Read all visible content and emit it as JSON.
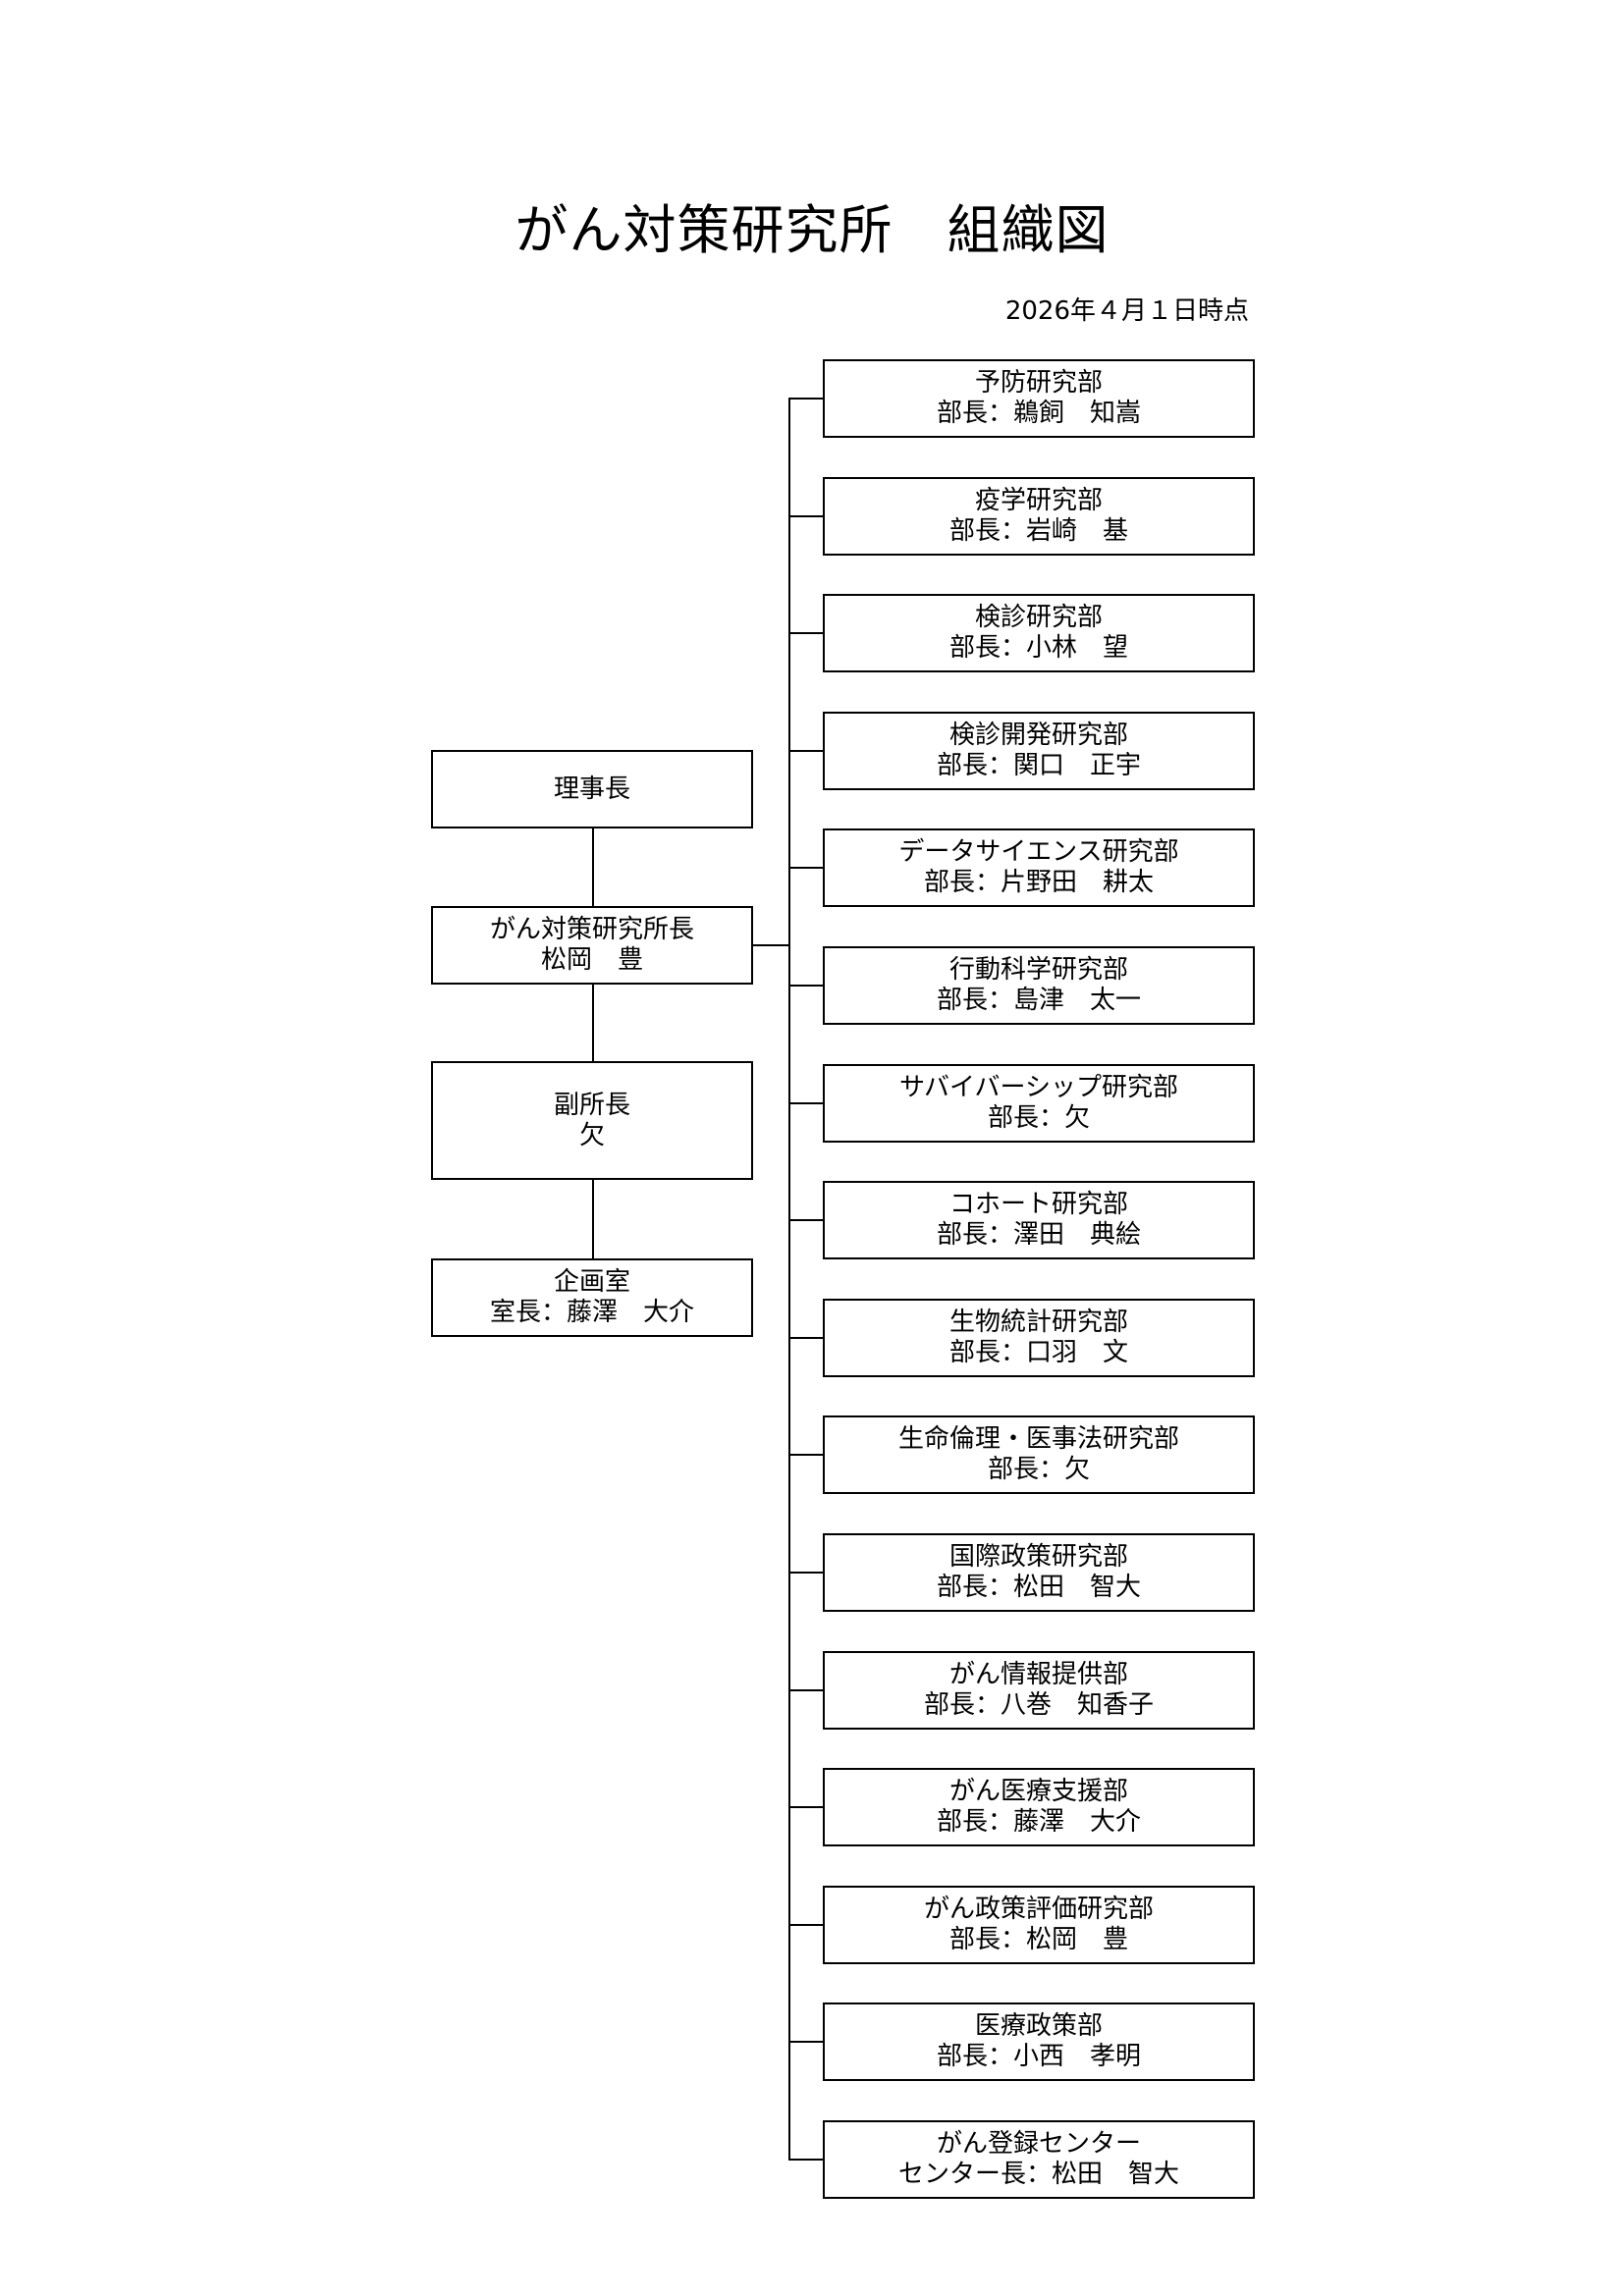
{
  "title": "がん対策研究所　組織図",
  "date": "2026年４月１日時点",
  "left_column": {
    "chairman": "理事長",
    "director": {
      "name": "がん対策研究所長",
      "person": "松岡　豊"
    },
    "deputy": {
      "name": "副所長",
      "person": "欠"
    },
    "planning": {
      "name": "企画室",
      "person": "室長：藤澤　大介"
    }
  },
  "departments": [
    {
      "name": "予防研究部",
      "head": "部長：鵜飼　知嵩"
    },
    {
      "name": "疫学研究部",
      "head": "部長：岩崎　基"
    },
    {
      "name": "検診研究部",
      "head": "部長：小林　望"
    },
    {
      "name": "検診開発研究部",
      "head": "部長：関口　正宇"
    },
    {
      "name": "データサイエンス研究部",
      "head": "部長：片野田　耕太"
    },
    {
      "name": "行動科学研究部",
      "head": "部長：島津　太一"
    },
    {
      "name": "サバイバーシップ研究部",
      "head": "部長：欠"
    },
    {
      "name": "コホート研究部",
      "head": "部長：澤田　典絵"
    },
    {
      "name": "生物統計研究部",
      "head": "部長：口羽　文"
    },
    {
      "name": "生命倫理・医事法研究部",
      "head": "部長：欠"
    },
    {
      "name": "国際政策研究部",
      "head": "部長：松田　智大"
    },
    {
      "name": "がん情報提供部",
      "head": "部長：八巻　知香子"
    },
    {
      "name": "がん医療支援部",
      "head": "部長：藤澤　大介"
    },
    {
      "name": "がん政策評価研究部",
      "head": "部長：松岡　豊"
    },
    {
      "name": "医療政策部",
      "head": "部長：小西　孝明"
    },
    {
      "name": "がん登録センター",
      "head": "センター長：松田　智大"
    }
  ]
}
